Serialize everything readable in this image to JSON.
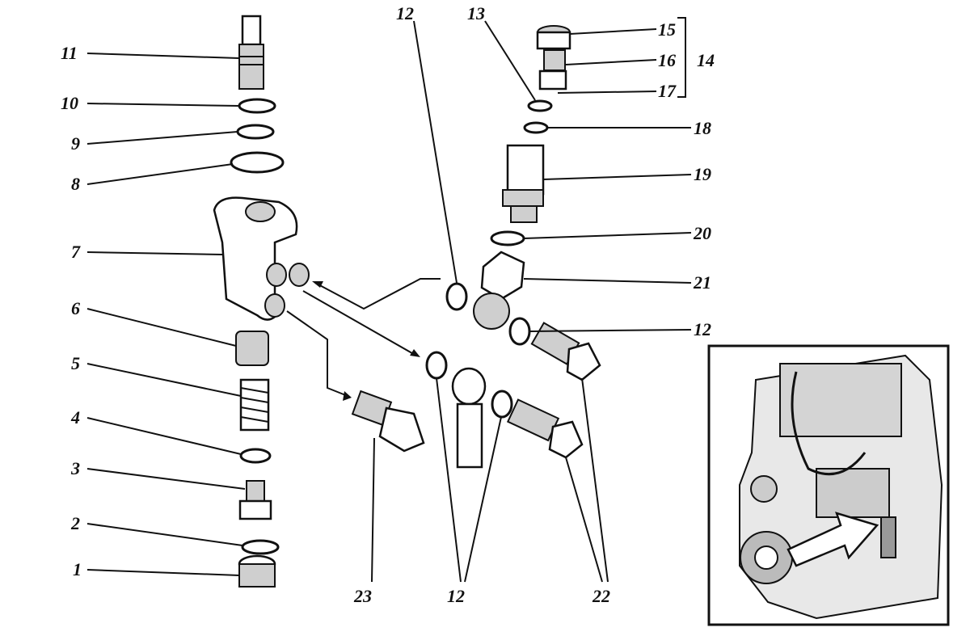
{
  "labels": {
    "l1": "1",
    "l2": "2",
    "l3": "3",
    "l4": "4",
    "l5": "5",
    "l6": "6",
    "l7": "7",
    "l8": "8",
    "l9": "9",
    "l10": "10",
    "l11": "11",
    "l12a": "12",
    "l13": "13",
    "l14": "14",
    "l15": "15",
    "l16": "16",
    "l17": "17",
    "l18": "18",
    "l19": "19",
    "l20": "20",
    "l21": "21",
    "l12b": "12",
    "l23": "23",
    "l12c": "12",
    "l22": "22"
  }
}
